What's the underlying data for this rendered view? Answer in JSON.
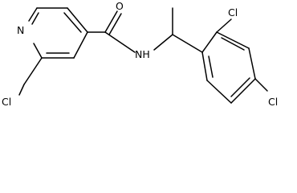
{
  "molecule": {
    "atoms": {
      "cl_pyridine": "Cl",
      "n_pyridine": "N",
      "o_carbonyl": "O",
      "nh_amide": "NH",
      "cl_ortho": "Cl",
      "cl_para": "Cl"
    }
  }
}
